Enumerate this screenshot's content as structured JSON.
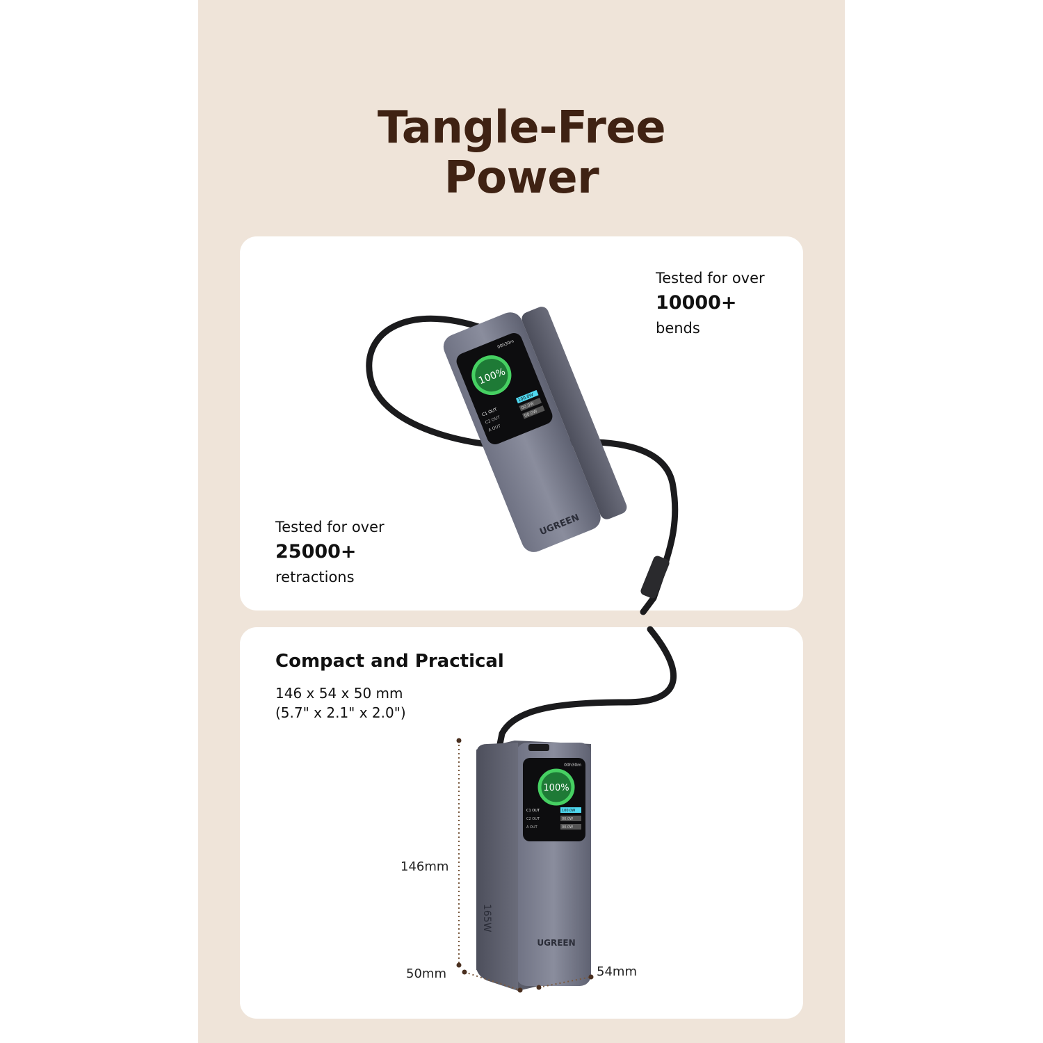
{
  "headline": {
    "line1": "Tangle-Free",
    "line2": "Power"
  },
  "stats": {
    "bends": {
      "line1": "Tested for over",
      "value": "10000+",
      "line3": "bends"
    },
    "retractions": {
      "line1": "Tested for over",
      "value": "25000+",
      "line3": "retractions"
    }
  },
  "compact": {
    "title": "Compact and Practical",
    "dims_metric": "146 x 54 x 50 mm",
    "dims_imperial": "(5.7\" x 2.1\" x 2.0\")",
    "height_label": "146mm",
    "depth_label": "50mm",
    "width_label": "54mm"
  },
  "device": {
    "brand": "UGREEN",
    "battery_percent": "100%",
    "time_remaining": "00h30m",
    "ports": [
      {
        "name": "C1 OUT",
        "power": "100.0W"
      },
      {
        "name": "C2 OUT",
        "power": "00.0W"
      },
      {
        "name": "A OUT",
        "power": "00.0W"
      }
    ],
    "side_label": "165W"
  },
  "colors": {
    "background": "#efe4d9",
    "headline": "#3f2213",
    "card": "#ffffff",
    "screen_ring": "#3fc55c",
    "active_port": "#4fd8f0"
  }
}
